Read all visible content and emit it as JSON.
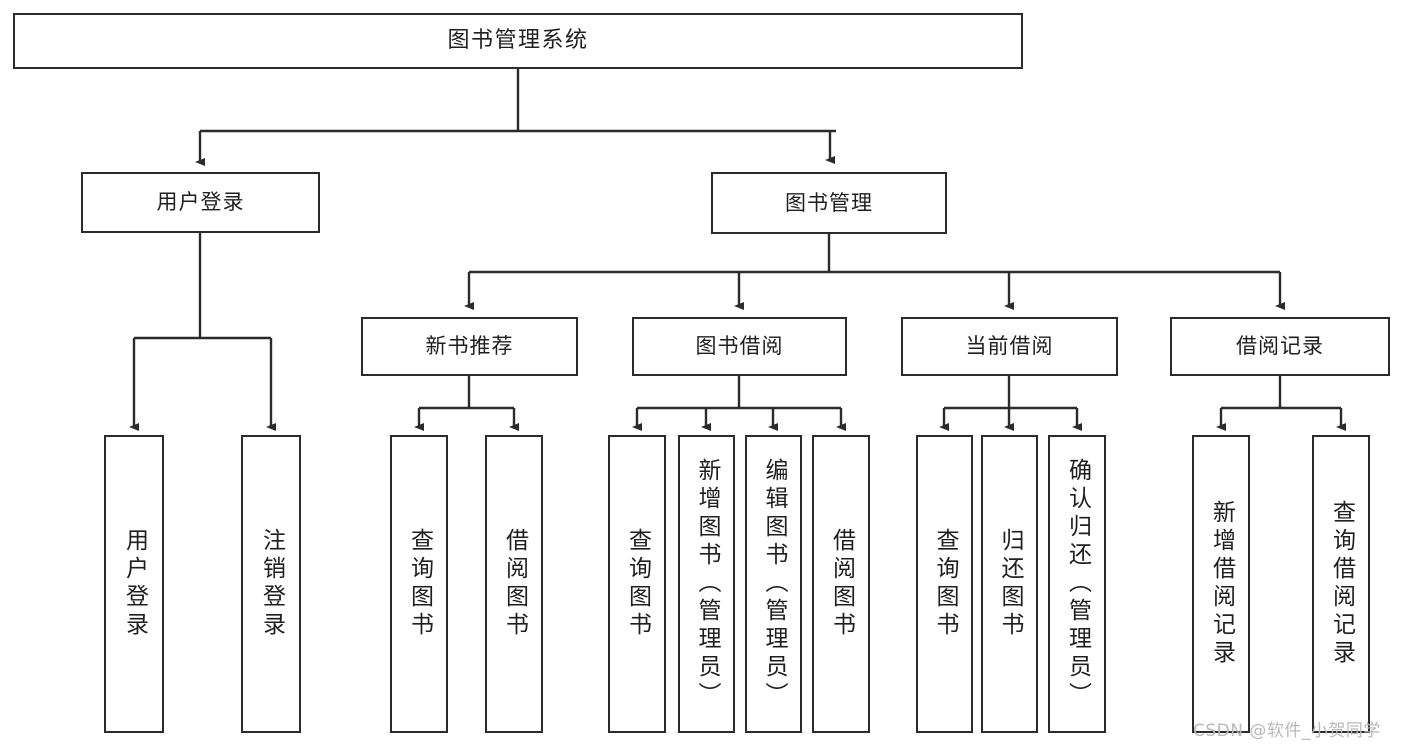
{
  "diagram": {
    "title_text": "图书管理系统",
    "watermark": "CSDN @软件_小贺同学",
    "colors": {
      "stroke": "#2b2b2b",
      "fill": "#ffffff",
      "text": "#1f1f1f",
      "watermark": "#b9b9b9"
    },
    "levels": {
      "root": {
        "label": "图书管理系统"
      },
      "level2": [
        {
          "label": "用户登录"
        },
        {
          "label": "图书管理"
        }
      ],
      "level3": [
        {
          "label": "新书推荐"
        },
        {
          "label": "图书借阅"
        },
        {
          "label": "当前借阅"
        },
        {
          "label": "借阅记录"
        }
      ],
      "leaves": [
        {
          "label": "用户登录"
        },
        {
          "label": "注销登录"
        },
        {
          "label": "查询图书"
        },
        {
          "label": "借阅图书"
        },
        {
          "label": "查询图书"
        },
        {
          "label": "新增图书（管理员）"
        },
        {
          "label": "编辑图书（管理员）"
        },
        {
          "label": "借阅图书"
        },
        {
          "label": "查询图书"
        },
        {
          "label": "归还图书"
        },
        {
          "label": "确认归还（管理员）"
        },
        {
          "label": "新增借阅记录"
        },
        {
          "label": "查询借阅记录"
        }
      ]
    }
  }
}
